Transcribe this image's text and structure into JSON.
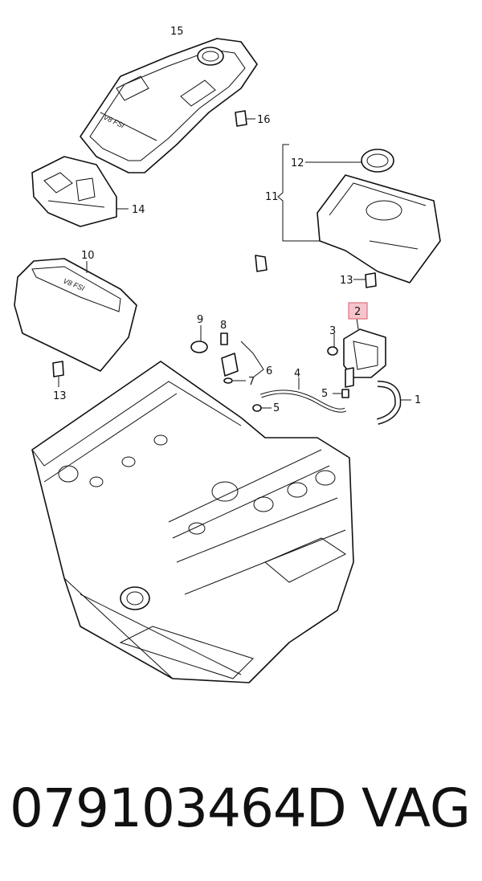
{
  "callouts": {
    "c1": "1",
    "c2": "2",
    "c3": "3",
    "c4": "4",
    "c5a": "5",
    "c5b": "5",
    "c6": "6",
    "c7": "7",
    "c8": "8",
    "c9": "9",
    "c10": "10",
    "c11": "11",
    "c12": "12",
    "c13a": "13",
    "c13b": "13",
    "c14": "14",
    "c15": "15",
    "c16": "16"
  },
  "highlight_color": "#f6c5cc",
  "footer": {
    "part_number": "079103464D",
    "brand": "VAG"
  }
}
